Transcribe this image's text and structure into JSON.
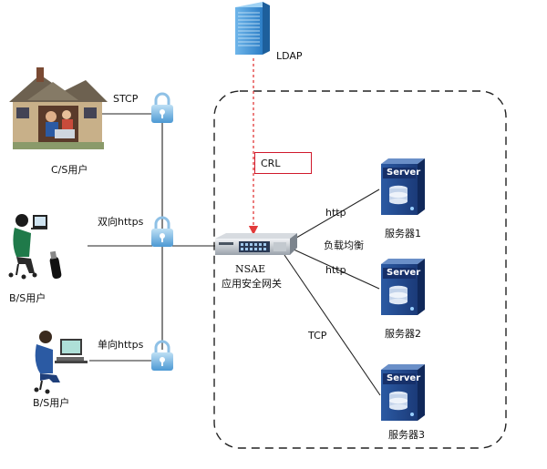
{
  "nodes": {
    "ldap": {
      "label": "LDAP"
    },
    "crl": {
      "label": "CRL"
    },
    "cs_user": {
      "label": "C/S用户"
    },
    "bs_user_usb": {
      "label": "B/S用户"
    },
    "bs_user_desktop": {
      "label": "B/S用户"
    },
    "gateway": {
      "line1": "NSAE",
      "line2": "应用安全网关"
    },
    "servers": [
      {
        "tag": "Server",
        "label": "服务器1"
      },
      {
        "tag": "Server",
        "label": "服务器2"
      },
      {
        "tag": "Server",
        "label": "服务器3"
      }
    ]
  },
  "edges": {
    "stcp": "STCP",
    "bidirectional_https": "双向https",
    "unidirectional_https": "单向https",
    "http1": "http",
    "http2": "http",
    "tcp": "TCP",
    "load_balance": "负载均衡"
  },
  "colors": {
    "ldap_dash": "#e23a3a",
    "crl_border": "#d0192b",
    "server_dark": "#1f3f7a",
    "server_light": "#5a86c5",
    "lock_blue": "#5aa8dc",
    "boundary_dash": "#222222"
  }
}
